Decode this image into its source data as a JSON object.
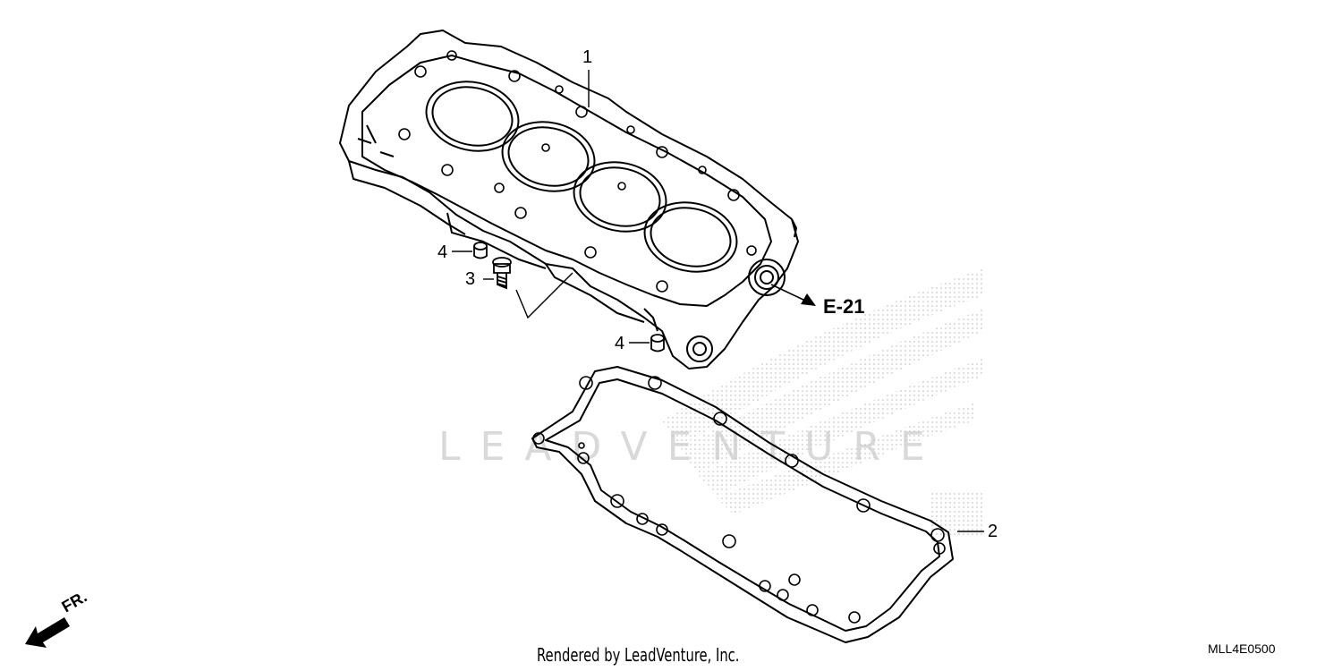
{
  "watermark": {
    "text": "LEADVENTURE"
  },
  "callouts": {
    "part_1": "1",
    "part_2": "2",
    "part_3": "3",
    "part_4_upper": "4",
    "part_4_lower": "4"
  },
  "reference": {
    "label": "E-21"
  },
  "direction": {
    "label": "FR."
  },
  "footer": {
    "rendered_by": "Rendered by LeadVenture, Inc.",
    "diagram_code": "MLL4E0500"
  },
  "colors": {
    "line": "#000000",
    "watermark": "#d9d9d9",
    "background": "#ffffff"
  }
}
